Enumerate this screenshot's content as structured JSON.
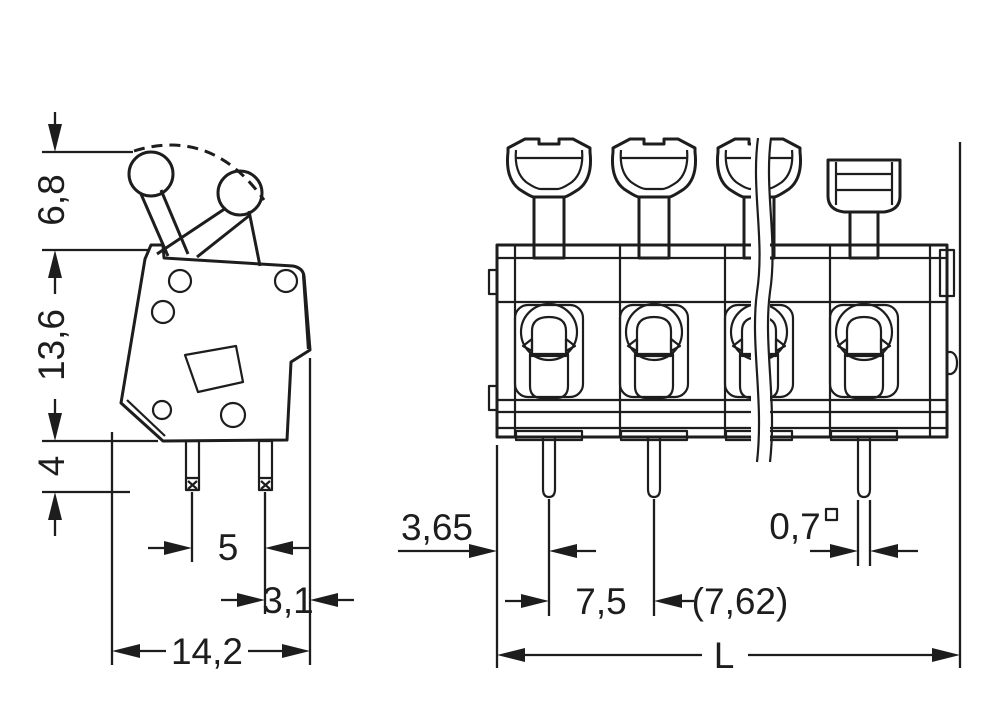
{
  "drawing": {
    "type": "dimensional-drawing",
    "subject": "pcb-terminal-block-with-levers",
    "colors": {
      "background": "#ffffff",
      "line": "#1d1d1d",
      "housing_gray": "#c6c6c6",
      "end_cap_gray": "#b0b0b0",
      "lever_white": "#ffffff",
      "button_yellow": "#fbd307",
      "clamp_peach": "#f8bd8a",
      "pin_copper": "#e5a26e",
      "hole_white": "#ffffff"
    },
    "views": {
      "side": {
        "dimensions": {
          "lever_height": "6,8",
          "body_height": "13,6",
          "pin_length": "4",
          "pin_spacing": "5",
          "pin_to_edge": "3,1",
          "overall_depth": "14,2"
        }
      },
      "front": {
        "dimensions": {
          "edge_to_first_pin": "3,65",
          "pole_pitch": "7,5",
          "alt_pitch": "(7,62)",
          "pin_width": "0,7",
          "pin_width_symbol": "square",
          "overall_length": "L"
        }
      }
    }
  }
}
